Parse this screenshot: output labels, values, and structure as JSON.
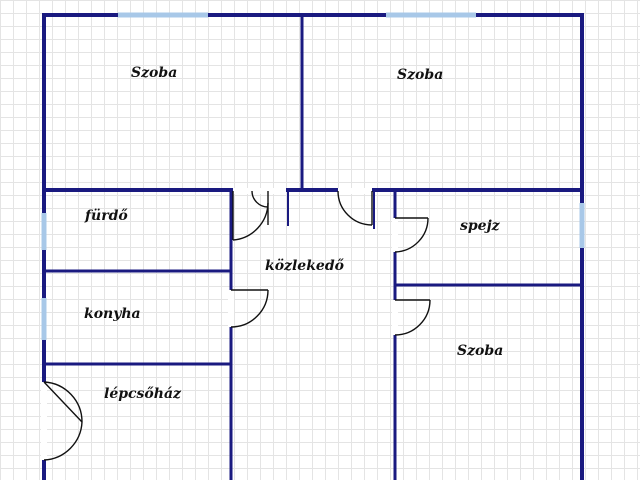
{
  "colors": {
    "wall": "#1a1a80",
    "window": "#a8c8e8",
    "door": "#111111"
  },
  "rooms": {
    "szoba_top_left": "Szoba",
    "szoba_top_right": "Szoba",
    "furdo": "fürdő",
    "spejz": "spejz",
    "kozlekedo": "közlekedő",
    "konyha": "konyha",
    "szoba_right": "Szoba",
    "lepcsohaz": "lépcsőház"
  }
}
